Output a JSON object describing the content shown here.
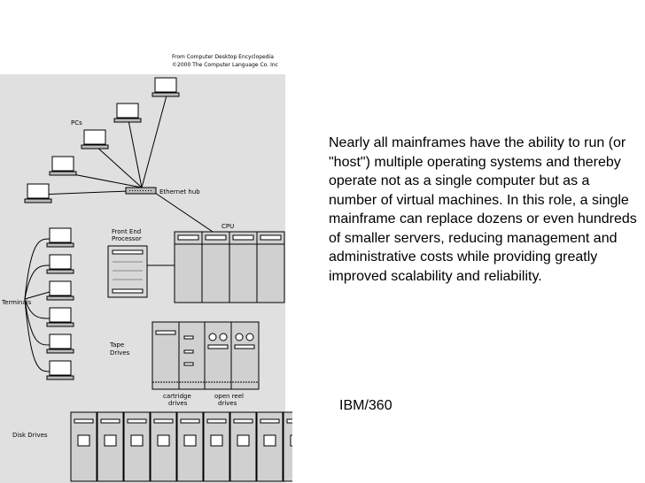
{
  "diagram": {
    "credit_line1": "From Computer Desktop Encyclopedia",
    "credit_line2": "©2000 The Computer Language Co. Inc",
    "labels": {
      "pcs": "PCs",
      "ethernet_hub": "Ethernet hub",
      "cpu": "CPU",
      "front_end_line1": "Front End",
      "front_end_line2": "Processor",
      "terminals": "Terminals",
      "tape_line1": "Tape",
      "tape_line2": "Drives",
      "cartridge_line1": "cartridge",
      "cartridge_line2": "drives",
      "open_reel_line1": "open reel",
      "open_reel_line2": "drives",
      "disk_drives": "Disk Drives"
    }
  },
  "description": "Nearly all mainframes have the ability to run (or \"host\") multiple operating systems and thereby operate not as a single computer but as a number of virtual machines. In this role, a single mainframe can replace dozens or even hundreds of smaller servers, reducing management and administrative costs while providing greatly improved scalability and reliability.",
  "caption": "IBM/360"
}
